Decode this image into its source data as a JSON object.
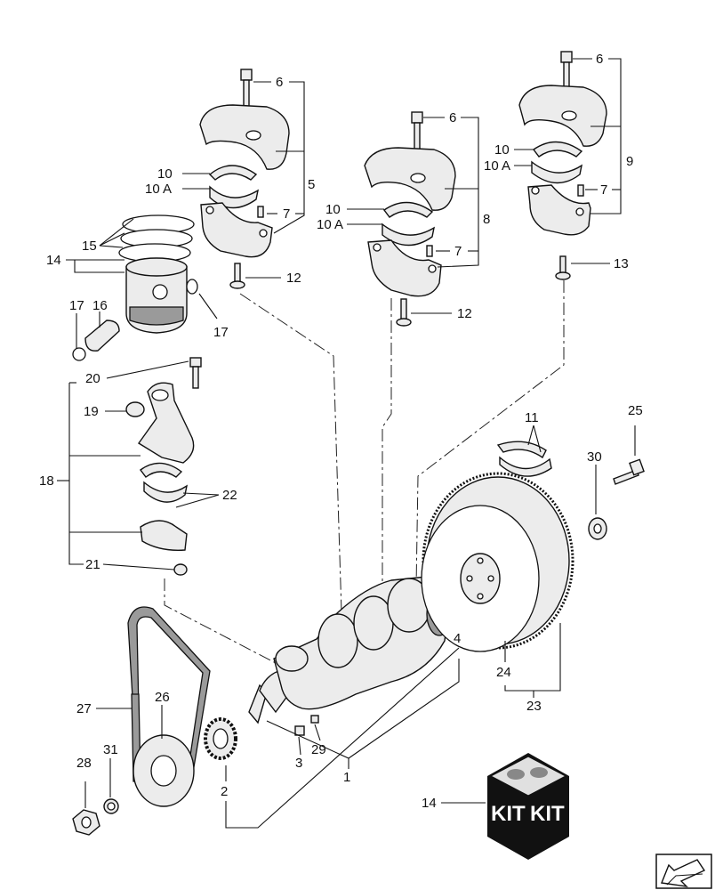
{
  "callouts": {
    "c1": "1",
    "c2": "2",
    "c3": "3",
    "c4": "4",
    "c5": "5",
    "c6a": "6",
    "c6b": "6",
    "c6c": "6",
    "c7a": "7",
    "c7b": "7",
    "c7c": "7",
    "c8": "8",
    "c9": "9",
    "c10a": "10",
    "c10b": "10",
    "c10c": "10",
    "c10Aa": "10 A",
    "c10Ab": "10 A",
    "c10Ac": "10 A",
    "c11": "11",
    "c12a": "12",
    "c12b": "12",
    "c13": "13",
    "c14a": "14",
    "c14b": "14",
    "c15": "15",
    "c16": "16",
    "c17a": "17",
    "c17b": "17",
    "c18": "18",
    "c19": "19",
    "c20": "20",
    "c21": "21",
    "c22": "22",
    "c23": "23",
    "c24": "24",
    "c25": "25",
    "c26": "26",
    "c27": "27",
    "c28": "28",
    "c29": "29",
    "c30": "30",
    "c31": "31"
  },
  "kit_box": {
    "label_left": "KIT",
    "label_right": "KIT"
  },
  "icons": {
    "nav_arrow": "previous-page-arrow-icon"
  }
}
